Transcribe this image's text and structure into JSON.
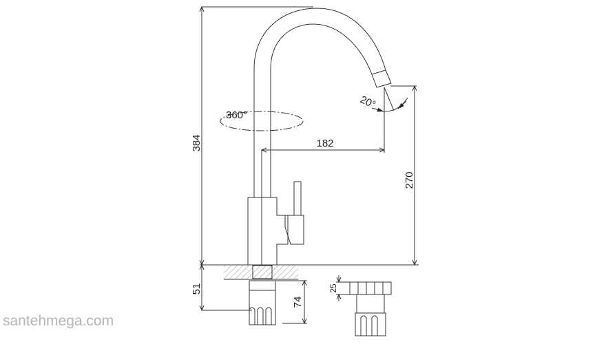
{
  "dimensions": {
    "total_height": "384",
    "spout_reach": "182",
    "spout_height": "270",
    "below_counter": "51",
    "nut_height": "74",
    "nut_top_height": "25",
    "rotation_angle": "360°",
    "spout_tilt_angle": "20°"
  },
  "watermark": "santehmega.com",
  "colors": {
    "line": "#333333",
    "watermark": "#b5b5b5"
  }
}
